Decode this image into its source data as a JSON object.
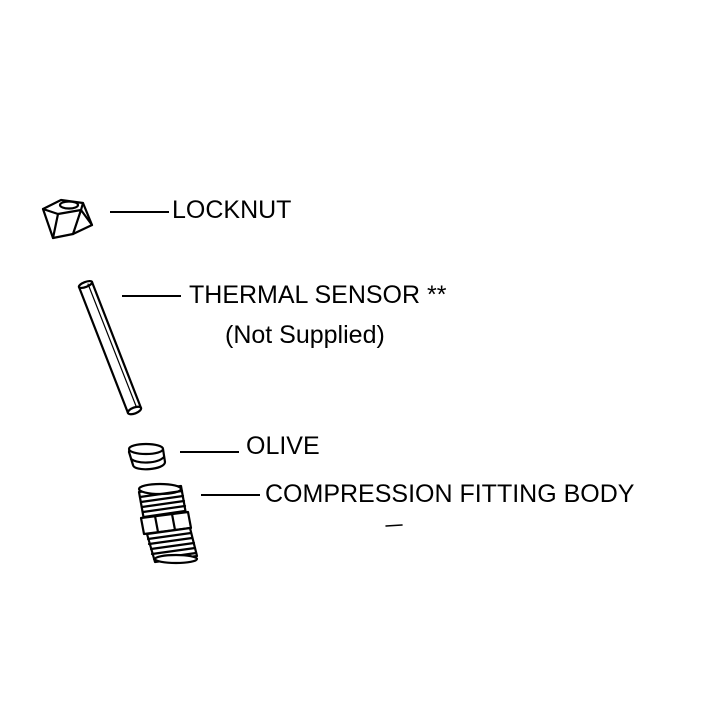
{
  "parts": {
    "locknut": {
      "label": "LOCKNUT"
    },
    "thermal_sensor": {
      "label": "THERMAL SENSOR **",
      "note": "(Not Supplied)"
    },
    "olive": {
      "label": "OLIVE"
    },
    "fitting_body": {
      "label": "COMPRESSION FITTING BODY"
    }
  },
  "colors": {
    "ink": "#000000",
    "background": "#ffffff"
  }
}
